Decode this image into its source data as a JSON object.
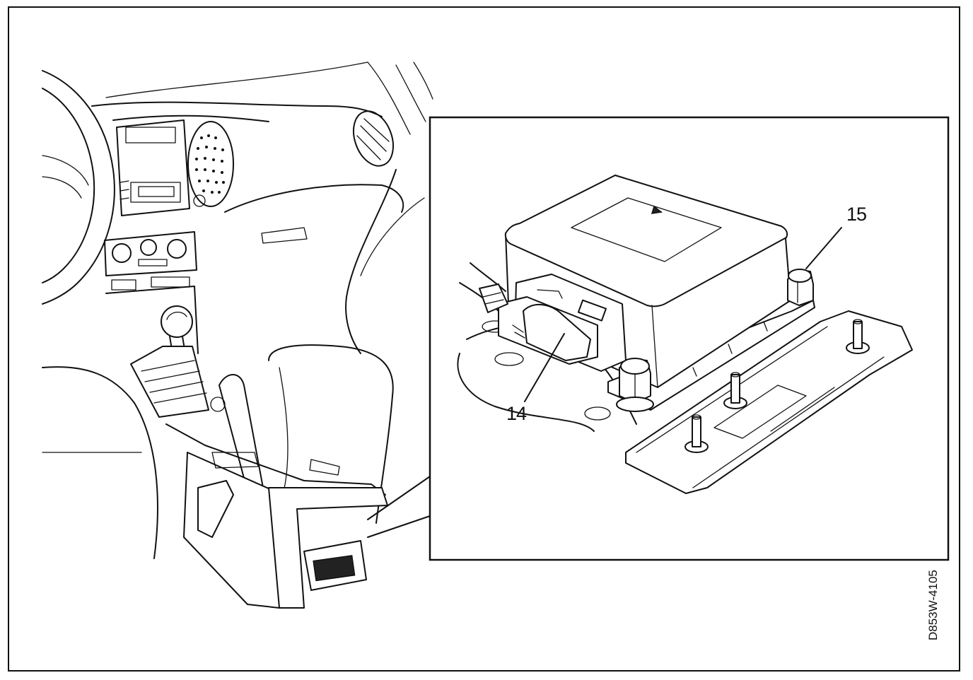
{
  "diagram": {
    "callouts": [
      {
        "id": "14",
        "label": "14"
      },
      {
        "id": "15",
        "label": "15"
      }
    ],
    "reference_code": "D853W-4105",
    "colors": {
      "ink": "#111111",
      "paper": "#ffffff"
    }
  }
}
